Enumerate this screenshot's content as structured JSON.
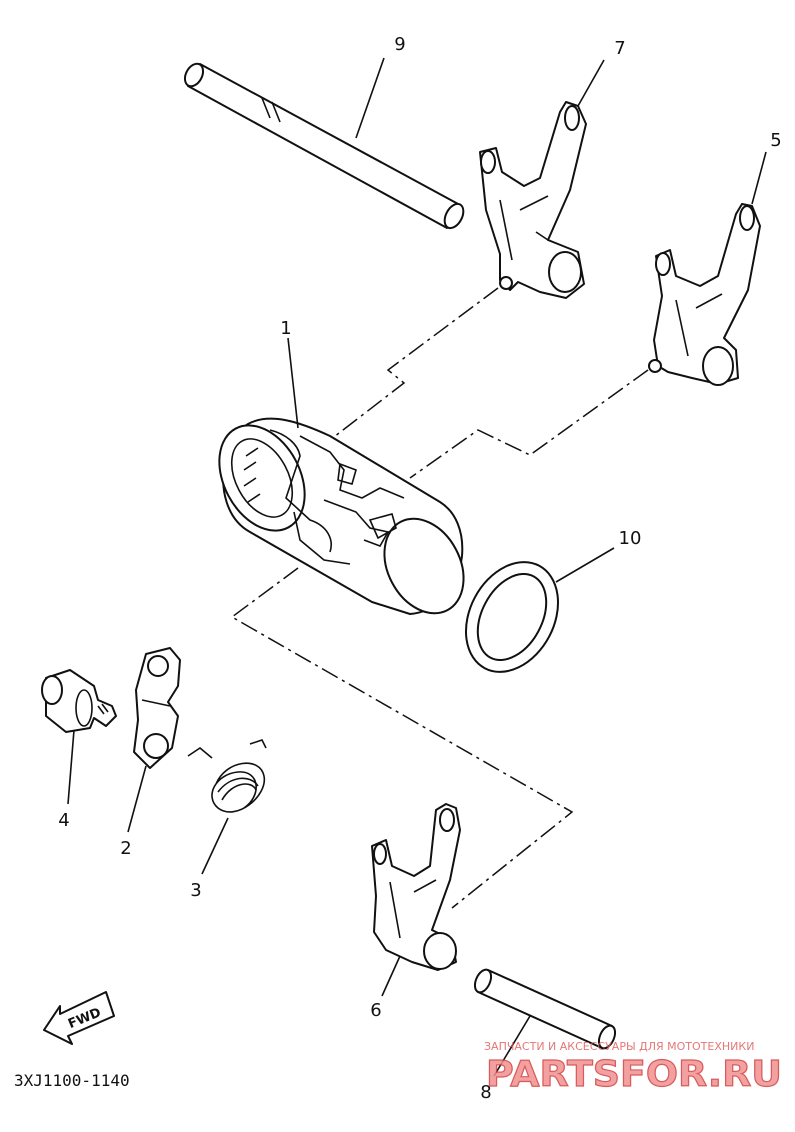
{
  "diagram_code": "3XJ1100-1140",
  "fwd_label": "FWD",
  "watermark": {
    "top_text": "ЗАПЧАСТИ И АКСЕССУАРЫ ДЛЯ МОТОТЕХНИКИ",
    "main_text": "PARTSFOR.RU",
    "color": "#d24040"
  },
  "callouts": [
    {
      "id": "1",
      "part": "shift-drum"
    },
    {
      "id": "2",
      "part": "stopper-lever"
    },
    {
      "id": "3",
      "part": "torsion-spring"
    },
    {
      "id": "4",
      "part": "stopper-bolt"
    },
    {
      "id": "5",
      "part": "shift-fork-right"
    },
    {
      "id": "6",
      "part": "shift-fork-center"
    },
    {
      "id": "7",
      "part": "shift-fork-left"
    },
    {
      "id": "8",
      "part": "guide-bar-short"
    },
    {
      "id": "9",
      "part": "guide-bar-long"
    },
    {
      "id": "10",
      "part": "washer"
    }
  ]
}
